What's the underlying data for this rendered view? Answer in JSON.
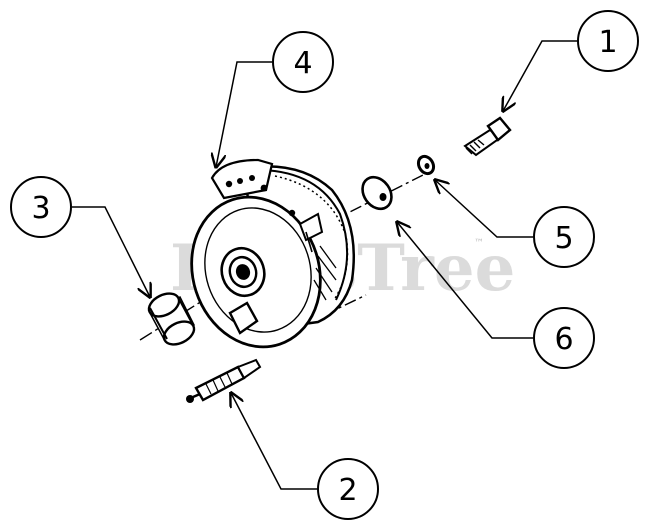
{
  "diagram": {
    "watermark": {
      "text": "PartsTree",
      "trademark": "™"
    },
    "callouts": [
      {
        "id": "1",
        "label": "1"
      },
      {
        "id": "2",
        "label": "2"
      },
      {
        "id": "3",
        "label": "3"
      },
      {
        "id": "4",
        "label": "4"
      },
      {
        "id": "5",
        "label": "5"
      },
      {
        "id": "6",
        "label": "6"
      }
    ],
    "colors": {
      "ink": "#000000",
      "paper": "#ffffff",
      "watermark": "#cfcfcf"
    }
  }
}
